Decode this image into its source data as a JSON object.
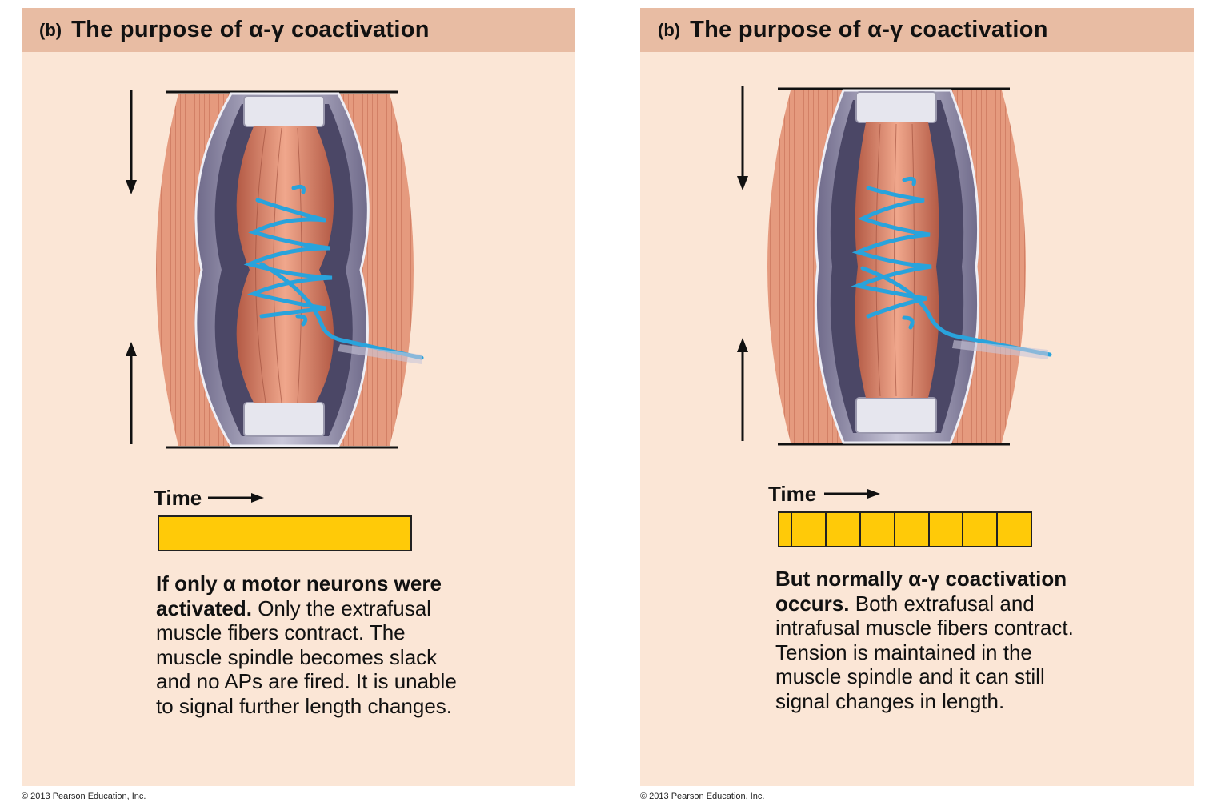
{
  "panels": [
    {
      "letter": "(b)",
      "title": "The purpose of α-γ coactivation",
      "time_label": "Time",
      "caption_bold": "If only α motor neurons were activated.",
      "caption_text": "Only the extrafusal muscle fibers contract. The muscle spindle becomes slack and no APs are fired. It is unable to signal further length changes.",
      "stimulus": "continuous"
    },
    {
      "letter": "(b)",
      "title": "The purpose of α-γ coactivation",
      "time_label": "Time",
      "caption_bold": "But normally α-γ coactivation occurs.",
      "caption_text": "Both extrafusal and intrafusal muscle fibers contract. Tension is maintained in the muscle spindle and it can still signal changes in length.",
      "stimulus": "action-potentials"
    }
  ],
  "copyright": "© 2013 Pearson Education, Inc.",
  "colors": {
    "panel_bg": "#fbe6d6",
    "header_bg": "#e8bca3",
    "stimulus_bar": "#ffca08",
    "sensory_neuron": "#29a3dc",
    "muscle": "#d98468",
    "capsule": "#8e8aa6"
  }
}
